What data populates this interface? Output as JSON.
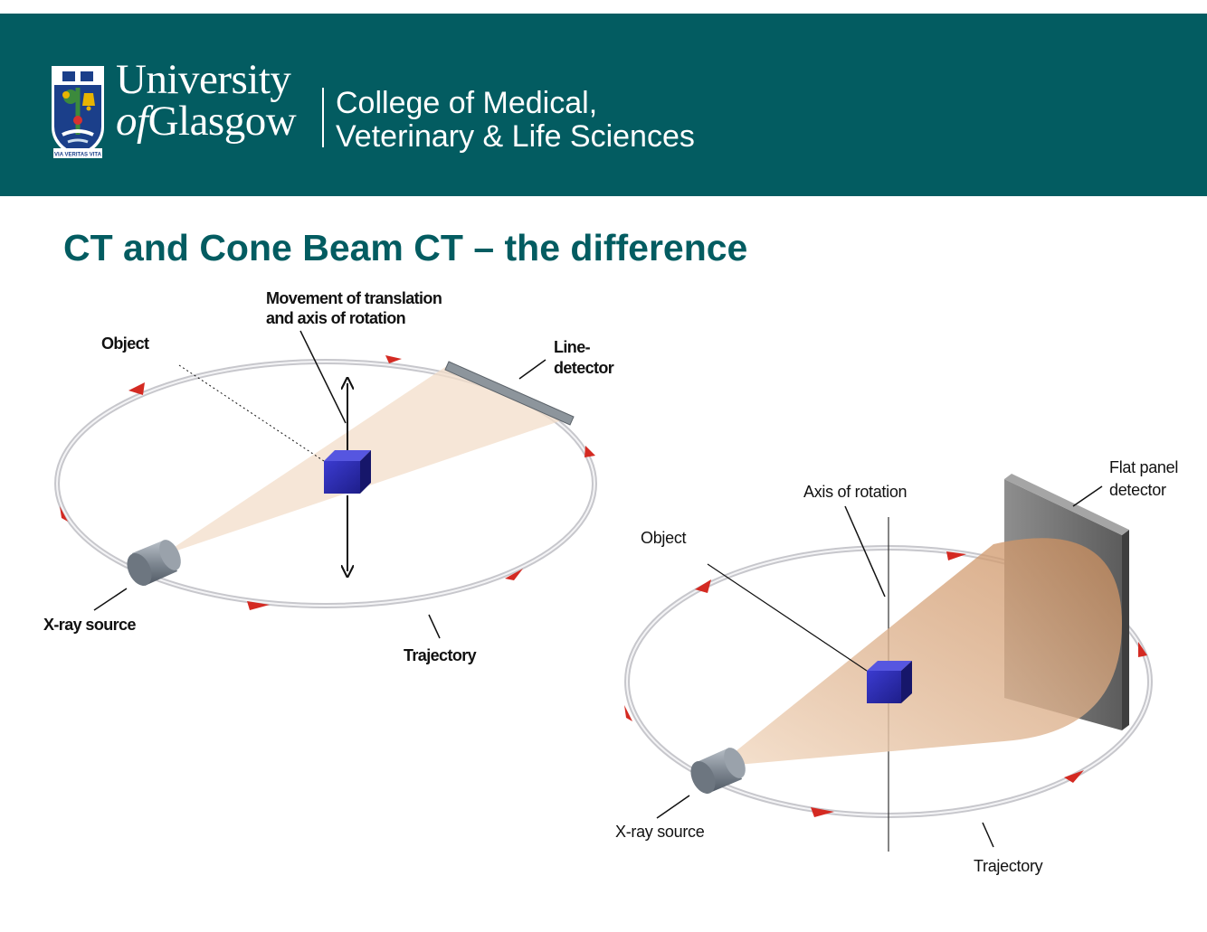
{
  "header": {
    "university_line1": "University",
    "university_of": "of",
    "university_line2": "Glasgow",
    "college_line1": "College of Medical,",
    "college_line2": "Veterinary & Life Sciences",
    "motto": "VIA VERITAS VITA",
    "background_color": "#035c61"
  },
  "slide": {
    "title": "CT and Cone Beam CT – the difference"
  },
  "ct_diagram": {
    "label_movement_line1": "Movement of translation",
    "label_movement_line2": "and axis of rotation",
    "label_object": "Object",
    "label_line_detector_line1": "Line-",
    "label_line_detector_line2": "detector",
    "label_xray_source": "X-ray source",
    "label_trajectory": "Trajectory"
  },
  "cbct_diagram": {
    "label_flat_panel_line1": "Flat panel",
    "label_flat_panel_line2": "detector",
    "label_axis_of_rotation": "Axis of rotation",
    "label_object": "Object",
    "label_xray_source": "X-ray source",
    "label_trajectory": "Trajectory"
  }
}
